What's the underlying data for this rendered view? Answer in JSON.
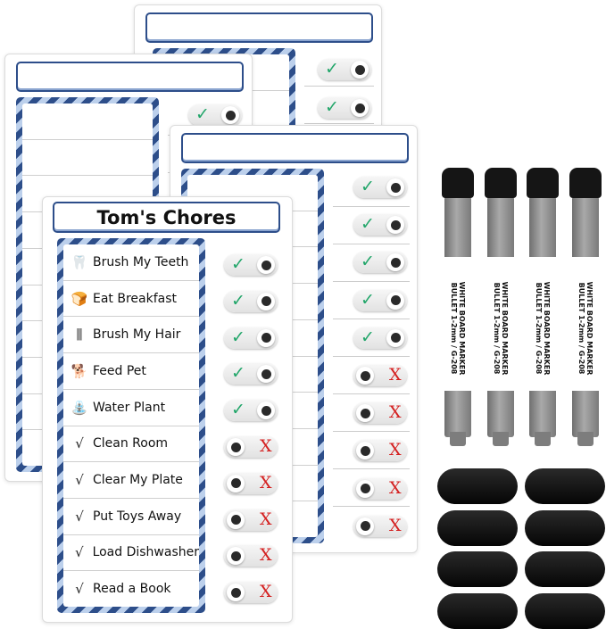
{
  "front_board": {
    "title": "Tom's Chores",
    "chores": [
      {
        "label": "Brush My Teeth",
        "icon": "tooth-icon",
        "glyph": "🦷",
        "done": true
      },
      {
        "label": "Eat Breakfast",
        "icon": "toast-icon",
        "glyph": "🍞",
        "done": true
      },
      {
        "label": "Brush My Hair",
        "icon": "comb-icon",
        "glyph": "⫼",
        "done": true
      },
      {
        "label": "Feed Pet",
        "icon": "dog-icon",
        "glyph": "🐕",
        "done": true
      },
      {
        "label": "Water Plant",
        "icon": "watering-can-icon",
        "glyph": "⛲",
        "done": true
      },
      {
        "label": "Clean Room",
        "icon": "checkmark-icon",
        "glyph": "√",
        "done": false
      },
      {
        "label": "Clear My Plate",
        "icon": "checkmark-icon",
        "glyph": "√",
        "done": false
      },
      {
        "label": "Put Toys Away",
        "icon": "checkmark-icon",
        "glyph": "√",
        "done": false
      },
      {
        "label": "Load Dishwasher",
        "icon": "checkmark-icon",
        "glyph": "√",
        "done": false
      },
      {
        "label": "Read a Book",
        "icon": "checkmark-icon",
        "glyph": "√",
        "done": false
      }
    ]
  },
  "back_boards": [
    {
      "visible_toggles": [
        true,
        true
      ]
    },
    {
      "visible_toggles": [
        true
      ]
    },
    {
      "visible_toggles": [
        true,
        true,
        true,
        true,
        true,
        false,
        false,
        false,
        false,
        false
      ]
    }
  ],
  "toggle_symbols": {
    "done": "✓",
    "not_done": "X"
  },
  "colors": {
    "border_blue": "#2d4e8a",
    "check_green": "#22a66a",
    "x_red": "#d42020"
  },
  "markers": {
    "count": 4,
    "brand_line": "WHITE BOARD MARKER",
    "spec_line": "BULLET 1-2mm / G-208"
  },
  "magnets": {
    "count": 8
  }
}
